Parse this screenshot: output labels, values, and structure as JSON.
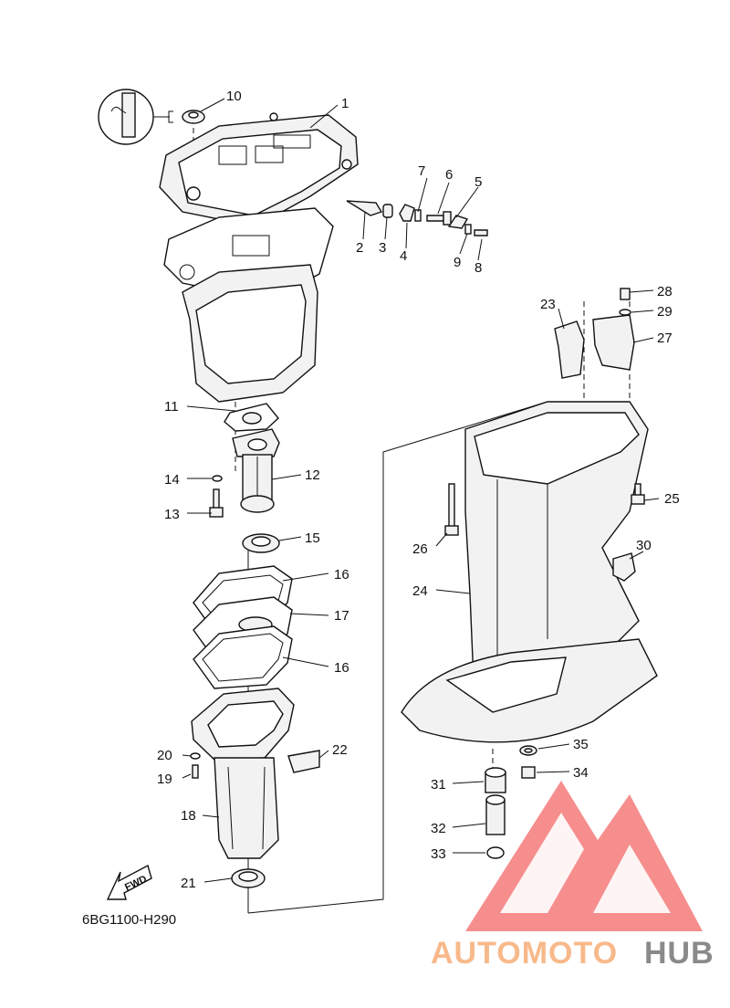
{
  "diagram_code": "6BG1100-H290",
  "fwd_label": "FWD",
  "watermark": {
    "part1": "AUTOMOTO",
    "part2": "HUB",
    "color1": "#f8b98a",
    "color2": "#8a8a8a",
    "logo_color": "#f47a7a"
  },
  "callouts": [
    {
      "id": "c1",
      "text": "1"
    },
    {
      "id": "c2",
      "text": "2"
    },
    {
      "id": "c3",
      "text": "3"
    },
    {
      "id": "c4",
      "text": "4"
    },
    {
      "id": "c5",
      "text": "5"
    },
    {
      "id": "c6",
      "text": "6"
    },
    {
      "id": "c7",
      "text": "7"
    },
    {
      "id": "c8",
      "text": "8"
    },
    {
      "id": "c9",
      "text": "9"
    },
    {
      "id": "c10",
      "text": "10"
    },
    {
      "id": "c11",
      "text": "11"
    },
    {
      "id": "c12",
      "text": "12"
    },
    {
      "id": "c13",
      "text": "13"
    },
    {
      "id": "c14",
      "text": "14"
    },
    {
      "id": "c15",
      "text": "15"
    },
    {
      "id": "c16a",
      "text": "16"
    },
    {
      "id": "c16b",
      "text": "16"
    },
    {
      "id": "c17",
      "text": "17"
    },
    {
      "id": "c18",
      "text": "18"
    },
    {
      "id": "c19",
      "text": "19"
    },
    {
      "id": "c20",
      "text": "20"
    },
    {
      "id": "c21",
      "text": "21"
    },
    {
      "id": "c22",
      "text": "22"
    },
    {
      "id": "c23",
      "text": "23"
    },
    {
      "id": "c24",
      "text": "24"
    },
    {
      "id": "c25",
      "text": "25"
    },
    {
      "id": "c26",
      "text": "26"
    },
    {
      "id": "c27",
      "text": "27"
    },
    {
      "id": "c28",
      "text": "28"
    },
    {
      "id": "c29",
      "text": "29"
    },
    {
      "id": "c30",
      "text": "30"
    },
    {
      "id": "c31",
      "text": "31"
    },
    {
      "id": "c32",
      "text": "32"
    },
    {
      "id": "c33",
      "text": "33"
    },
    {
      "id": "c34",
      "text": "34"
    },
    {
      "id": "c35",
      "text": "35"
    }
  ]
}
